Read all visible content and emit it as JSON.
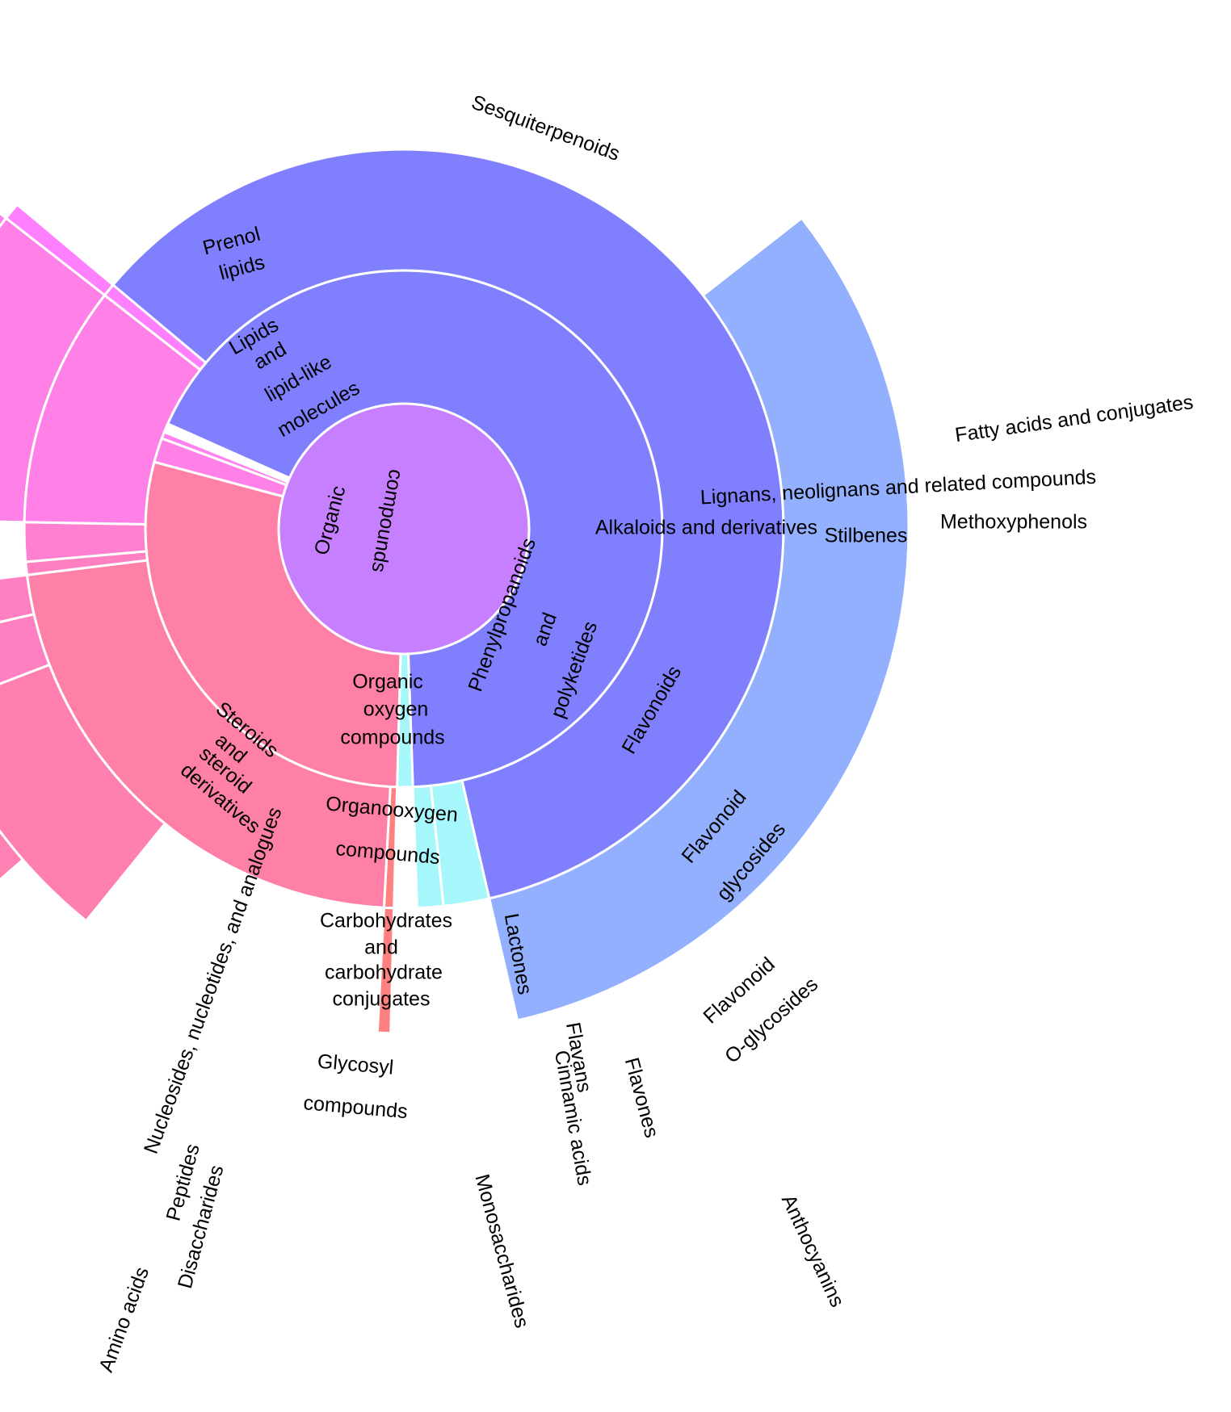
{
  "chart_data": {
    "type": "sunburst",
    "colors": {
      "Organic compounds": "#c680ff",
      "Lipids and lipid-like molecules": "#8080ff",
      "Prenol lipids": "#8080ff",
      "Sesquiterpenoids": "#93b0ff",
      "Steroids and steroid derivatives": "#ff80ff",
      "Fatty acids and conjugates": "#a6f7fc",
      "Lignans, neolignans and related compounds": "#a6f7fc",
      "Alkaloids and derivatives": "#a6f7fc",
      "Stilbenes": "#ff8080",
      "Methoxyphenols": "#ff8080",
      "Phenylpropanoids and polyketides": "#ff80a6",
      "Flavonoids": "#ff80a6",
      "Flavonoid glycosides": "#ff80b0",
      "Flavonoid O-glycosides": "#ff80b3",
      "Anthocyanins": "#ff80bf",
      "Flavones": "#ff80c0",
      "Flavans": "#ff80c0",
      "Cinnamic acids": "#ff80c0",
      "Lactones": "#ff80d0",
      "Organic oxygen compounds": "#ff80e6",
      "Organooxygen compounds": "#ff80e6",
      "Carbohydrates and carbohydrate conjugates": "#ff80e6",
      "Glycosyl compounds": "#ff80e6",
      "Monosaccharides": "#ff80e6",
      "Disaccharides": "#ff80e6",
      "Nucleosides, nucleotides, and analogues": "#ff80f0",
      "Peptides": "#ff80ff",
      "Amino acids": "#ff80ff"
    },
    "nodes": [
      {
        "id": "Organic compounds",
        "label": "Organic compounds",
        "level": 0,
        "start_deg": 0,
        "end_deg": 360
      },
      {
        "id": "Lipids and lipid-like molecules",
        "label": "Lipids and lipid-like molecules",
        "level": 1,
        "start_deg": 204,
        "end_deg": 448
      },
      {
        "id": "Alkaloids and derivatives",
        "label": "Alkaloids and derivatives",
        "level": 1,
        "start_deg": 448,
        "end_deg": 451.5
      },
      {
        "id": "Phenylpropanoids and polyketides",
        "label": "Phenylpropanoids and polyketides",
        "level": 1,
        "start_deg": 451.5,
        "end_deg": 555
      },
      {
        "id": "Organic oxygen compounds",
        "label": "Organic oxygen compounds",
        "level": 1,
        "start_deg": 555,
        "end_deg": 560.5
      },
      {
        "id": "Nucleosides, nucleotides, and analogues",
        "label": "Nucleosides, nucleotides, and analogues",
        "level": 1,
        "start_deg": 560.5,
        "end_deg": 562
      },
      {
        "id": "Prenol lipids",
        "label": "Prenol lipids",
        "level": 2,
        "start_deg": 216,
        "end_deg": 437
      },
      {
        "id": "Steroids and steroid derivatives",
        "label": "Steroids and steroid derivatives",
        "level": 2,
        "start_deg": 204,
        "end_deg": 216
      },
      {
        "id": "Fatty acids and conjugates",
        "label": "Fatty acids and conjugates",
        "level": 2,
        "start_deg": 437,
        "end_deg": 444
      },
      {
        "id": "Lignans, neolignans and related compounds",
        "label": "Lignans, neolignans and related compounds",
        "level": 2,
        "start_deg": 444,
        "end_deg": 448
      },
      {
        "id": "Stilbenes",
        "label": "Stilbenes",
        "level": 2,
        "start_deg": 451.5,
        "end_deg": 453
      },
      {
        "id": "Flavonoids",
        "label": "Flavonoids",
        "level": 2,
        "start_deg": 453,
        "end_deg": 533
      },
      {
        "id": "Cinnamic acids",
        "label": "Cinnamic acids",
        "level": 2,
        "start_deg": 533,
        "end_deg": 535
      },
      {
        "id": "Lactones",
        "label": "Lactones",
        "level": 2,
        "start_deg": 535,
        "end_deg": 541
      },
      {
        "id": "Organooxygen compounds",
        "label": "Organooxygen compounds",
        "level": 2,
        "start_deg": 541,
        "end_deg": 578
      },
      {
        "id": "Peptides",
        "label": "Peptides",
        "level": 2,
        "start_deg": 578,
        "end_deg": 580
      },
      {
        "id": "Sesquiterpenoids",
        "label": "Sesquiterpenoids",
        "level": 3,
        "start_deg": 322,
        "end_deg": 437
      },
      {
        "id": "Methoxyphenols",
        "label": "Methoxyphenols",
        "level": 3,
        "start_deg": 451.5,
        "end_deg": 453
      },
      {
        "id": "Flavonoid glycosides",
        "label": "Flavonoid glycosides",
        "level": 3,
        "start_deg": 489,
        "end_deg": 519
      },
      {
        "id": "Flavones",
        "label": "Flavones",
        "level": 3,
        "start_deg": 519,
        "end_deg": 527
      },
      {
        "id": "Flavans",
        "label": "Flavans",
        "level": 3,
        "start_deg": 527,
        "end_deg": 533
      },
      {
        "id": "Carbohydrates and carbohydrate conjugates",
        "label": "Carbohydrates and carbohydrate conjugates",
        "level": 3,
        "start_deg": 541,
        "end_deg": 578
      },
      {
        "id": "Amino acids",
        "label": "Amino acids",
        "level": 3,
        "start_deg": 578,
        "end_deg": 580
      },
      {
        "id": "Flavonoid O-glycosides",
        "label": "Flavonoid O-glycosides",
        "level": 4,
        "start_deg": 499,
        "end_deg": 519
      },
      {
        "id": "Glycosyl compounds",
        "label": "Glycosyl compounds",
        "level": 4,
        "start_deg": 547,
        "end_deg": 567
      },
      {
        "id": "Monosaccharides",
        "label": "Monosaccharides",
        "level": 4,
        "start_deg": 541,
        "end_deg": 547
      },
      {
        "id": "Disaccharides",
        "label": "Disaccharides",
        "level": 4,
        "start_deg": 567,
        "end_deg": 578
      },
      {
        "id": "Anthocyanins",
        "label": "Anthocyanins",
        "level": 5,
        "start_deg": 508,
        "end_deg": 519
      }
    ]
  }
}
